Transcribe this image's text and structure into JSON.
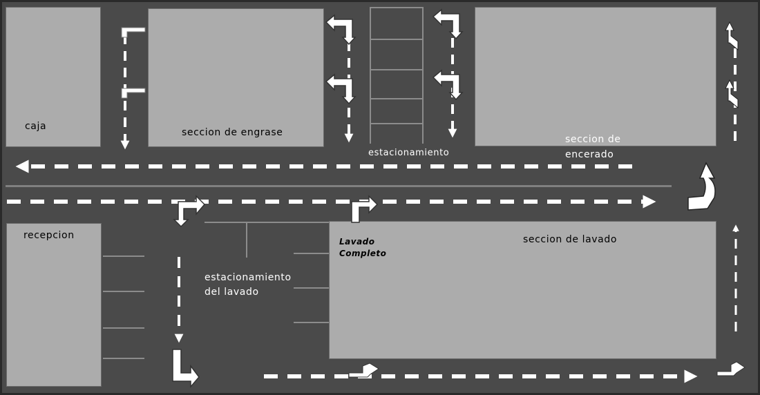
{
  "areas": {
    "caja": "caja",
    "engrase": "seccion de engrase",
    "estacionamiento": "estacionamiento",
    "encerado": [
      "seccion de",
      "encerado"
    ],
    "recepcion": "recepcion",
    "lavado": "seccion de lavado",
    "estacionamiento_lavado": [
      "estacionamiento",
      "del lavado"
    ],
    "lavado_completo": [
      "Lavado",
      "Completo"
    ]
  },
  "colors": {
    "road": "#4a4a4a",
    "block": "#acacac",
    "marking": "#ffffff",
    "parking_line": "#8c8c8c"
  }
}
